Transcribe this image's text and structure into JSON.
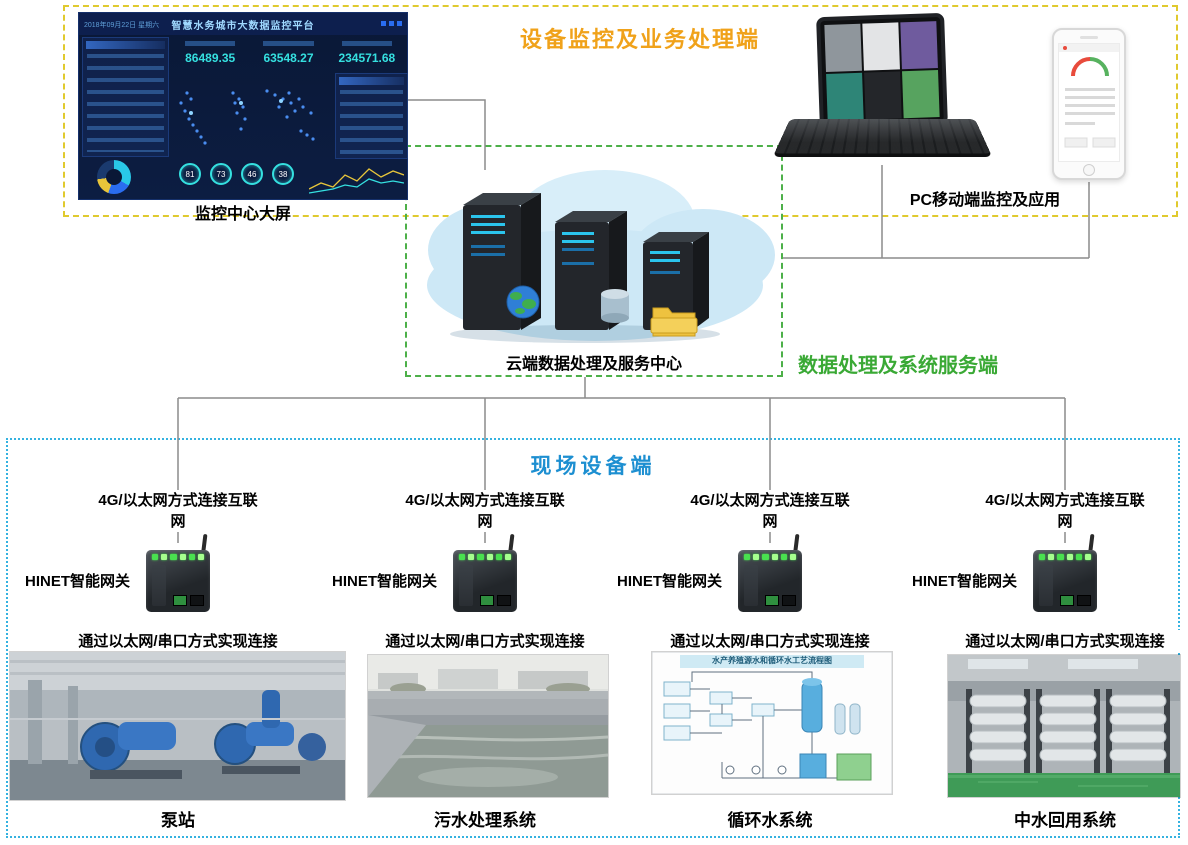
{
  "zones": {
    "monitor": {
      "title": "设备监控及业务处理端"
    },
    "cloud": {
      "label": "云端数据处理及服务中心",
      "side_label": "数据处理及系统服务端"
    },
    "field": {
      "title": "现场设备端"
    }
  },
  "dashboard": {
    "caption": "监控中心大屏",
    "screen_title": "智慧水务城市大数据监控平台",
    "header_date": "2018年09月22日 星期六",
    "stats": [
      "86489.35",
      "63548.27",
      "234571.68"
    ],
    "gauges": [
      "81",
      "73",
      "46",
      "38"
    ]
  },
  "devices": {
    "caption": "PC移动端监控及应用"
  },
  "columns": [
    {
      "uplink": "4G/以太网方式连接互联网",
      "gateway": "HINET智能网关",
      "downlink": "通过以太网/串口方式实现连接",
      "site": "泵站"
    },
    {
      "uplink": "4G/以太网方式连接互联网",
      "gateway": "HINET智能网关",
      "downlink": "通过以太网/串口方式实现连接",
      "site": "污水处理系统"
    },
    {
      "uplink": "4G/以太网方式连接互联网",
      "gateway": "HINET智能网关",
      "downlink": "通过以太网/串口方式实现连接",
      "site": "循环水系统",
      "diagram_title": "水产养殖源水和循环水工艺流程图"
    },
    {
      "uplink": "4G/以太网方式连接互联网",
      "gateway": "HINET智能网关",
      "downlink": "通过以太网/串口方式实现连接",
      "site": "中水回用系统"
    }
  ],
  "colors": {
    "monitor_accent": "#f0a21a",
    "cloud_accent": "#3aa935",
    "field_accent": "#1d8fd1",
    "line": "#8c8c8c"
  }
}
